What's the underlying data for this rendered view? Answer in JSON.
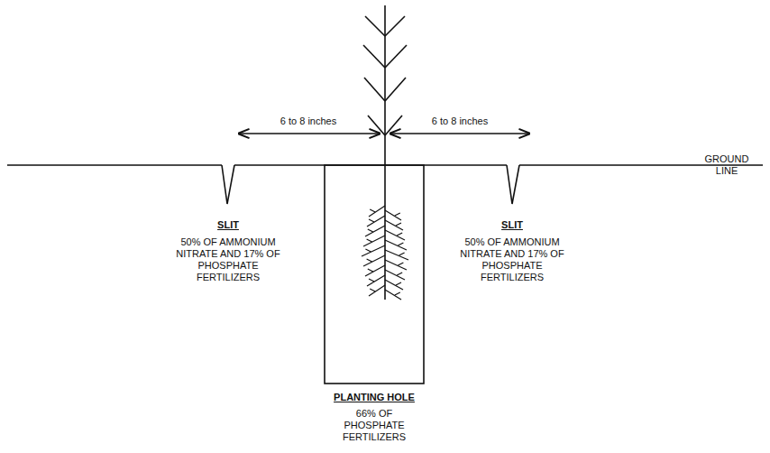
{
  "diagram": {
    "labels": [
      "6 to 8 inches",
      "6 to 8 inches",
      "GROUND LINE",
      "SLIT",
      "50% OF AMMONIUM NITRATE AND 17% OF PHOSPHATE FERTILIZERS",
      "SLIT",
      "50% OF AMMONIUM NITRATE AND 17% OF PHOSPHATE FERTILIZERS",
      "PLANTING HOLE",
      "66% OF PHOSPHATE FERTILIZERS"
    ]
  }
}
